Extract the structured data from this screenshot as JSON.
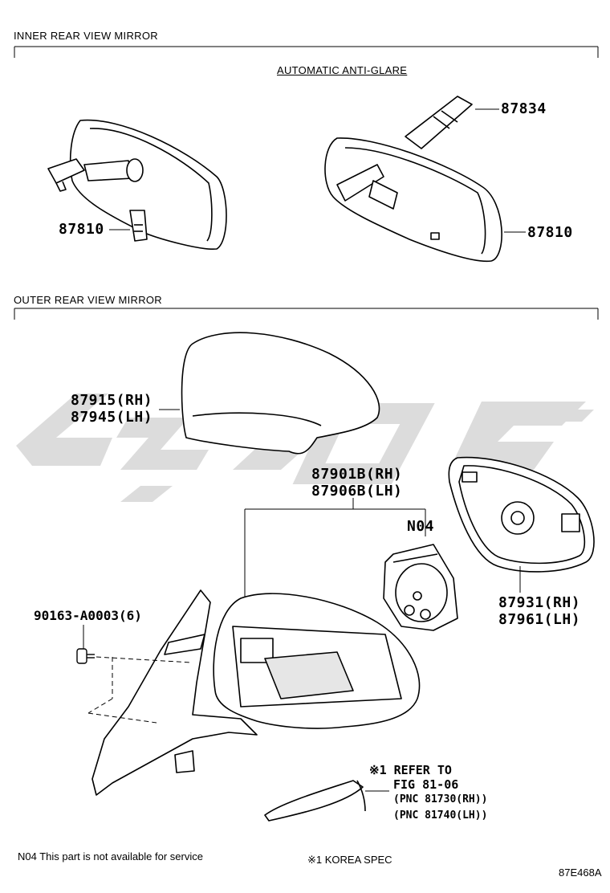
{
  "sections": {
    "inner": "INNER REAR VIEW MIRROR",
    "outer": "OUTER REAR VIEW MIRROR"
  },
  "subheading": "AUTOMATIC ANTI-GLARE",
  "parts": {
    "p87834": "87834",
    "p87810_left": "87810",
    "p87810_right": "87810",
    "p87915": "87915(RH)",
    "p87945": "87945(LH)",
    "p87901B": "87901B(RH)",
    "p87906B": "87906B(LH)",
    "n04": "N04",
    "p87931": "87931(RH)",
    "p87961": "87961(LH)",
    "p90163": "90163-A0003(6)"
  },
  "reference": {
    "line1": "※1 REFER TO",
    "line2": "FIG 81-06",
    "line3": "(PNC 81730(RH))",
    "line4": "(PNC 81740(LH))"
  },
  "footer": {
    "note_n04": "N04 This part is not available for service",
    "note_korea": "※1 KOREA SPEC",
    "fig_code": "87E468A"
  },
  "watermark_text": "آیکو"
}
